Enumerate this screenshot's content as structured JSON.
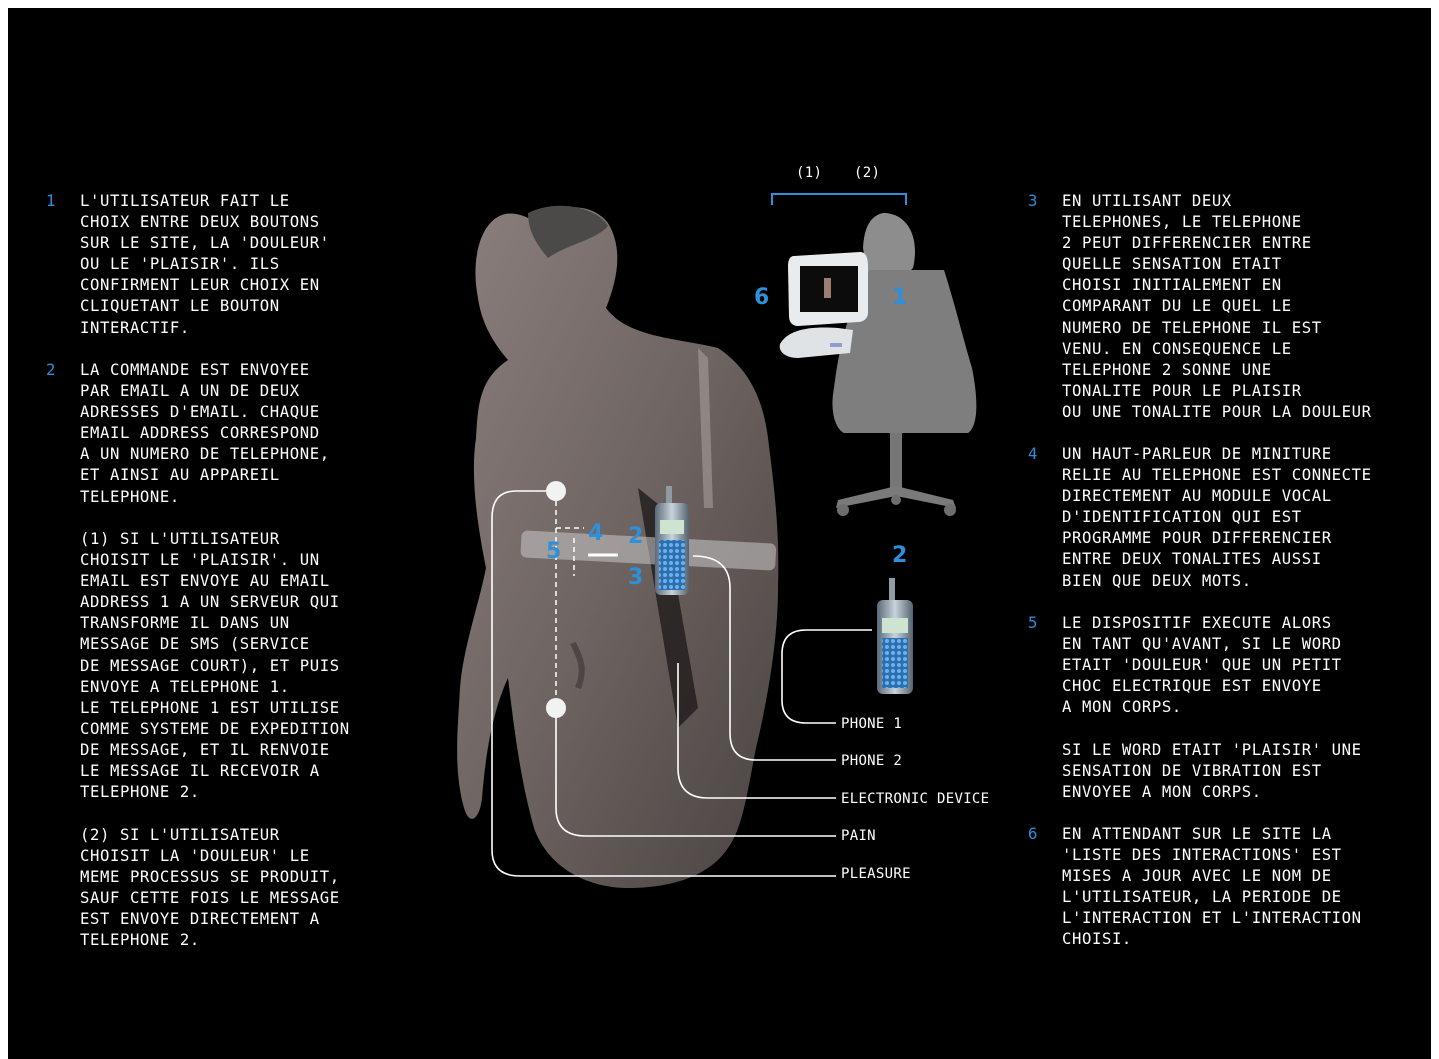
{
  "steps_left": [
    {
      "number": "1",
      "text": "L'UTILISATEUR FAIT LE\nCHOIX ENTRE DEUX BOUTONS\nSUR LE SITE, LA 'DOULEUR'\nOU LE 'PLAISIR'. ILS\nCONFIRMENT LEUR CHOIX EN\nCLIQUETANT LE BOUTON\nINTERACTIF."
    },
    {
      "number": "2",
      "text": "LA COMMANDE EST ENVOYEE\nPAR EMAIL A UN DE DEUX\nADRESSES D'EMAIL. CHAQUE\nEMAIL ADDRESS CORRESPOND\nA UN NUMERO DE TELEPHONE,\nET AINSI AU APPAREIL\nTELEPHONE."
    }
  ],
  "note_1": "(1) SI L'UTILISATEUR\nCHOISIT LE 'PLAISIR'. UN\nEMAIL EST ENVOYE AU EMAIL\nADDRESS 1 A UN SERVEUR QUI\nTRANSFORME IL DANS UN\nMESSAGE DE SMS (SERVICE\nDE MESSAGE COURT), ET PUIS\nENVOYE A TELEPHONE 1.\nLE TELEPHONE 1 EST UTILISE\nCOMME SYSTEME DE EXPEDITION\nDE MESSAGE, ET IL RENVOIE\nLE MESSAGE IL RECEVOIR A\nTELEPHONE 2.",
  "note_2": "(2) SI L'UTILISATEUR\nCHOISIT LA 'DOULEUR' LE\nMEME PROCESSUS SE PRODUIT,\nSAUF CETTE FOIS LE MESSAGE\nEST ENVOYE DIRECTEMENT A\nTELEPHONE 2.",
  "steps_right": [
    {
      "number": "3",
      "text": "EN UTILISANT DEUX\nTELEPHONES, LE TELEPHONE\n2 PEUT DIFFERENCIER ENTRE\nQUELLE SENSATION ETAIT\nCHOISI INITIALEMENT EN\nCOMPARANT DU LE QUEL LE\nNUMERO DE TELEPHONE IL EST\nVENU. EN CONSEQUENCE LE\nTELEPHONE 2 SONNE UNE\nTONALITE POUR LE PLAISIR\nOU UNE TONALITE POUR LA DOULEUR"
    },
    {
      "number": "4",
      "text": "UN HAUT-PARLEUR DE MINITURE\nRELIE AU TELEPHONE EST CONNECTE\nDIRECTEMENT AU MODULE VOCAL\nD'IDENTIFICATION QUI EST\nPROGRAMME POUR DIFFERENCIER\nENTRE DEUX TONALITES AUSSI\nBIEN QUE DEUX MOTS."
    },
    {
      "number": "5",
      "text": "LE DISPOSITIF EXECUTE ALORS\nEN TANT QU'AVANT, SI LE WORD\nETAIT 'DOULEUR' QUE UN PETIT\nCHOC ELECTRIQUE EST ENVOYE\nA MON CORPS.\n\nSI LE WORD ETAIT 'PLAISIR' UNE\nSENSATION DE VIBRATION EST\nENVOYEE A MON CORPS."
    },
    {
      "number": "6",
      "text": "EN ATTENDANT SUR LE SITE LA\n'LISTE DES INTERACTIONS' EST\nMISES A JOUR AVEC LE NOM DE\nL'UTILISATEUR, LA PERIODE DE\nL'INTERACTION ET L'INTERACTION\nCHOISI."
    }
  ],
  "diagram": {
    "bracket_labels": [
      "(1)",
      "(2)"
    ],
    "callouts": [
      "6",
      "1",
      "2",
      "4",
      "2",
      "5",
      "3"
    ],
    "legend": [
      "PHONE 1",
      "PHONE 2",
      "ELECTRONIC DEVICE",
      "PAIN",
      "PLEASURE"
    ],
    "accent_color": "#2f8fd8"
  }
}
